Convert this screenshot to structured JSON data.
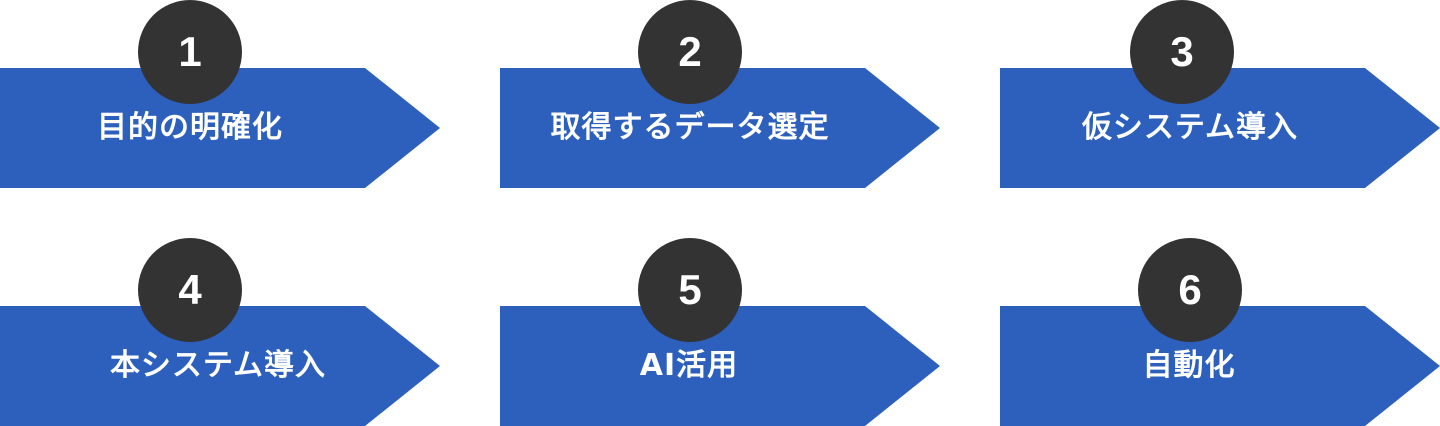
{
  "colors": {
    "arrow_fill": "#2d5fbd",
    "badge_fill": "#333333",
    "text": "#ffffff",
    "background": "#ffffff"
  },
  "steps": [
    {
      "number": "1",
      "label": "目的の明確化"
    },
    {
      "number": "2",
      "label": "取得するデータ選定"
    },
    {
      "number": "3",
      "label": "仮システム導入"
    },
    {
      "number": "4",
      "label": "本システム導入"
    },
    {
      "number": "5",
      "label": "AI活用"
    },
    {
      "number": "6",
      "label": "自動化"
    }
  ]
}
